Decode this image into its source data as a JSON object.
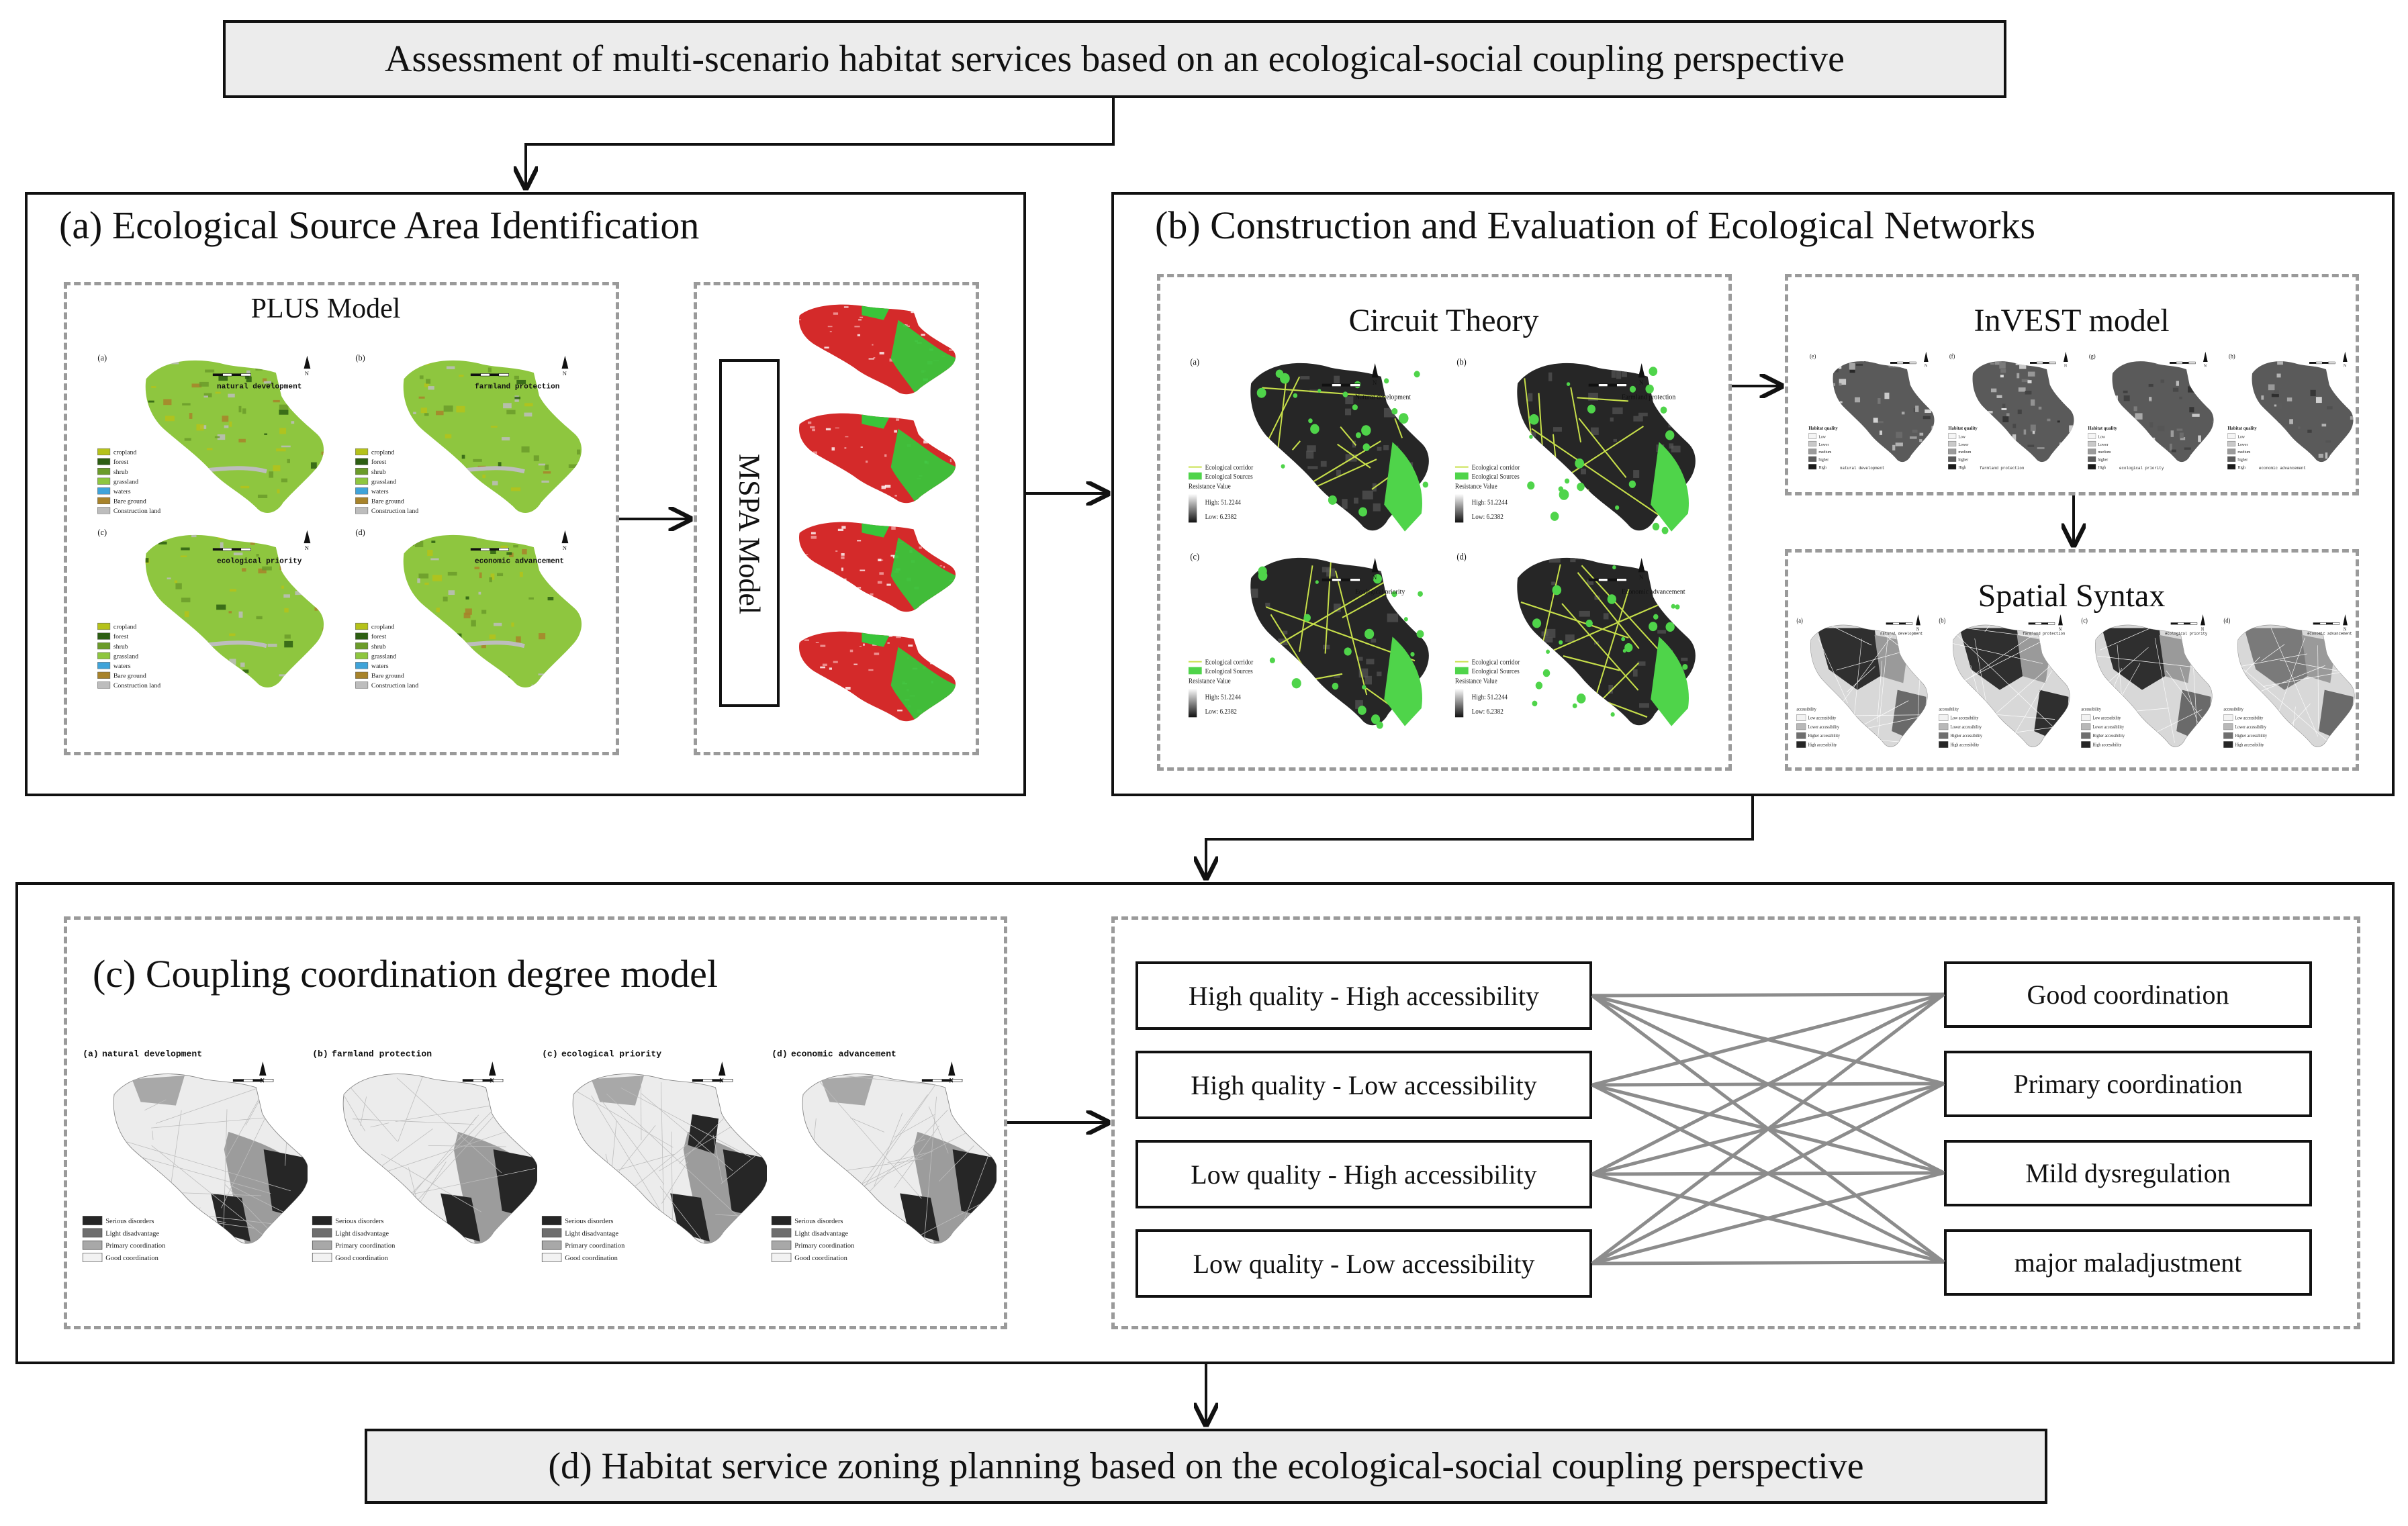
{
  "top_title": "Assessment of multi-scenario habitat services based on an ecological-social coupling perspective",
  "bottom_title": "(d)  Habitat service zoning planning based on the ecological-social coupling perspective",
  "panel_a": {
    "heading": "(a)  Ecological Source Area Identification",
    "plus_title": "PLUS Model",
    "mspa_title": "MSPA Model",
    "maps": [
      {
        "letter": "(a)",
        "scenario": "natural development"
      },
      {
        "letter": "(b)",
        "scenario": "farmland protection"
      },
      {
        "letter": "(c)",
        "scenario": "ecological priority"
      },
      {
        "letter": "(d)",
        "scenario": "economic advancement"
      }
    ],
    "legend": [
      "cropland",
      "forest",
      "shrub",
      "grassland",
      "waters",
      "Bare ground",
      "Construction land"
    ],
    "colors": {
      "cropland": "#b5c21a",
      "forest": "#2d5e12",
      "shrub": "#6b9b2a",
      "grassland": "#8ec63f",
      "waters": "#3fa3d9",
      "bare": "#a8832a",
      "construction": "#bdbdbd",
      "mspa_red": "#d42a2a",
      "mspa_green": "#39c43a"
    }
  },
  "panel_b": {
    "heading": "(b)  Construction and Evaluation of Ecological Networks",
    "circuit_title": "Circuit Theory",
    "invest_title": "InVEST model",
    "syntax_title": "Spatial Syntax",
    "circuit_maps": [
      {
        "letter": "(a)",
        "scenario": "Natural development"
      },
      {
        "letter": "(b)",
        "scenario": "Farmland protection"
      },
      {
        "letter": "(c)",
        "scenario": "Ecological priority"
      },
      {
        "letter": "(d)",
        "scenario": "Economic advancement"
      }
    ],
    "circuit_legend": {
      "corridor": "Ecological corridor",
      "sources": "Ecological Sources",
      "resistance": "Resistance Value",
      "high": "High: 51.2244",
      "low": "Low: 6.2382"
    },
    "invest_letters": [
      "(e)",
      "(f)",
      "(g)",
      "(h)"
    ],
    "invest_legend_title": "Habitat quality",
    "invest_legend": [
      "Low",
      "Lower",
      "medium",
      "higher",
      "High"
    ],
    "invest_scenarios": [
      "natural development",
      "farmland protection",
      "ecological priority",
      "economic advancement"
    ],
    "syntax_letters": [
      "(a)",
      "(b)",
      "(c)",
      "(d)"
    ],
    "syntax_scenarios": [
      "natural development",
      "farmland protection",
      "ecological priority",
      "economic advancement"
    ],
    "syntax_legend_title": "accessibility",
    "syntax_legend": [
      "Low accessibility",
      "Lower accessibility",
      "Higher accessibility",
      "High accessibility"
    ],
    "colors": {
      "network_green": "#4fd44a",
      "corridor": "#c8e04a",
      "dark": "#262626"
    }
  },
  "panel_c": {
    "heading": "(c)  Coupling coordination degree model",
    "maps": [
      {
        "letter": "(a)",
        "scenario": "natural development"
      },
      {
        "letter": "(b)",
        "scenario": "farmland protection"
      },
      {
        "letter": "(c)",
        "scenario": "ecological priority"
      },
      {
        "letter": "(d)",
        "scenario": "economic advancement"
      }
    ],
    "legend": [
      "Serious disorders",
      "Light disadvantage",
      "Primary coordination",
      "Good coordination"
    ],
    "left_options": [
      "High quality - High accessibility",
      "High quality - Low accessibility",
      "Low quality - High accessibility",
      "Low quality - Low accessibility"
    ],
    "right_options": [
      "Good coordination",
      "Primary coordination",
      "Mild dysregulation",
      "major maladjustment"
    ]
  }
}
